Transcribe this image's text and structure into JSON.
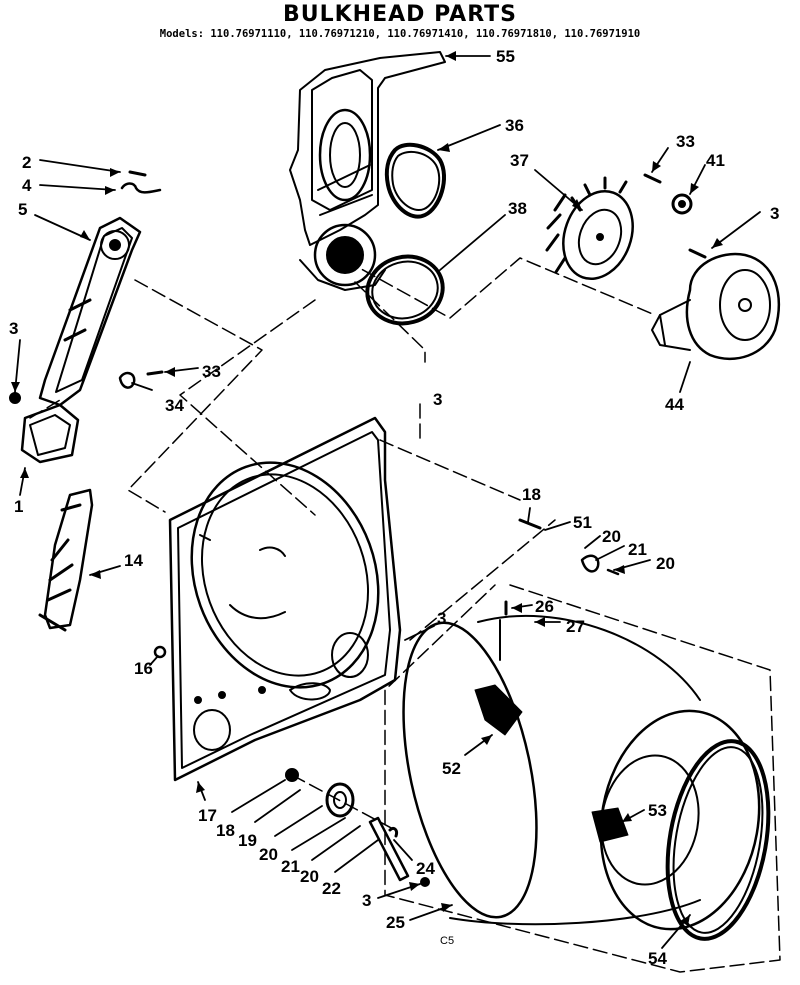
{
  "header": {
    "title": "BULKHEAD PARTS",
    "models": "Models: 110.76971110, 110.76971210, 110.76971410, 110.76971810, 110.76971910"
  },
  "footer": {
    "code": "C5"
  },
  "callouts": {
    "c55": "55",
    "c36": "36",
    "c33a": "33",
    "c41": "41",
    "c37": "37",
    "c38": "38",
    "c3a": "3",
    "c44": "44",
    "c2": "2",
    "c4": "4",
    "c5": "5",
    "c3b": "3",
    "c33b": "33",
    "c34": "34",
    "c1": "1",
    "c3c": "3",
    "c14": "14",
    "c18a": "18",
    "c51": "51",
    "c20a": "20",
    "c21a": "21",
    "c20b": "20",
    "c3d": "3",
    "c26": "26",
    "c27": "27",
    "c16": "16",
    "c52": "52",
    "c53": "53",
    "c17": "17",
    "c18b": "18",
    "c19": "19",
    "c20c": "20",
    "c21b": "21",
    "c20d": "20",
    "c22": "22",
    "c24": "24",
    "c3e": "3",
    "c25": "25",
    "c54": "54"
  }
}
